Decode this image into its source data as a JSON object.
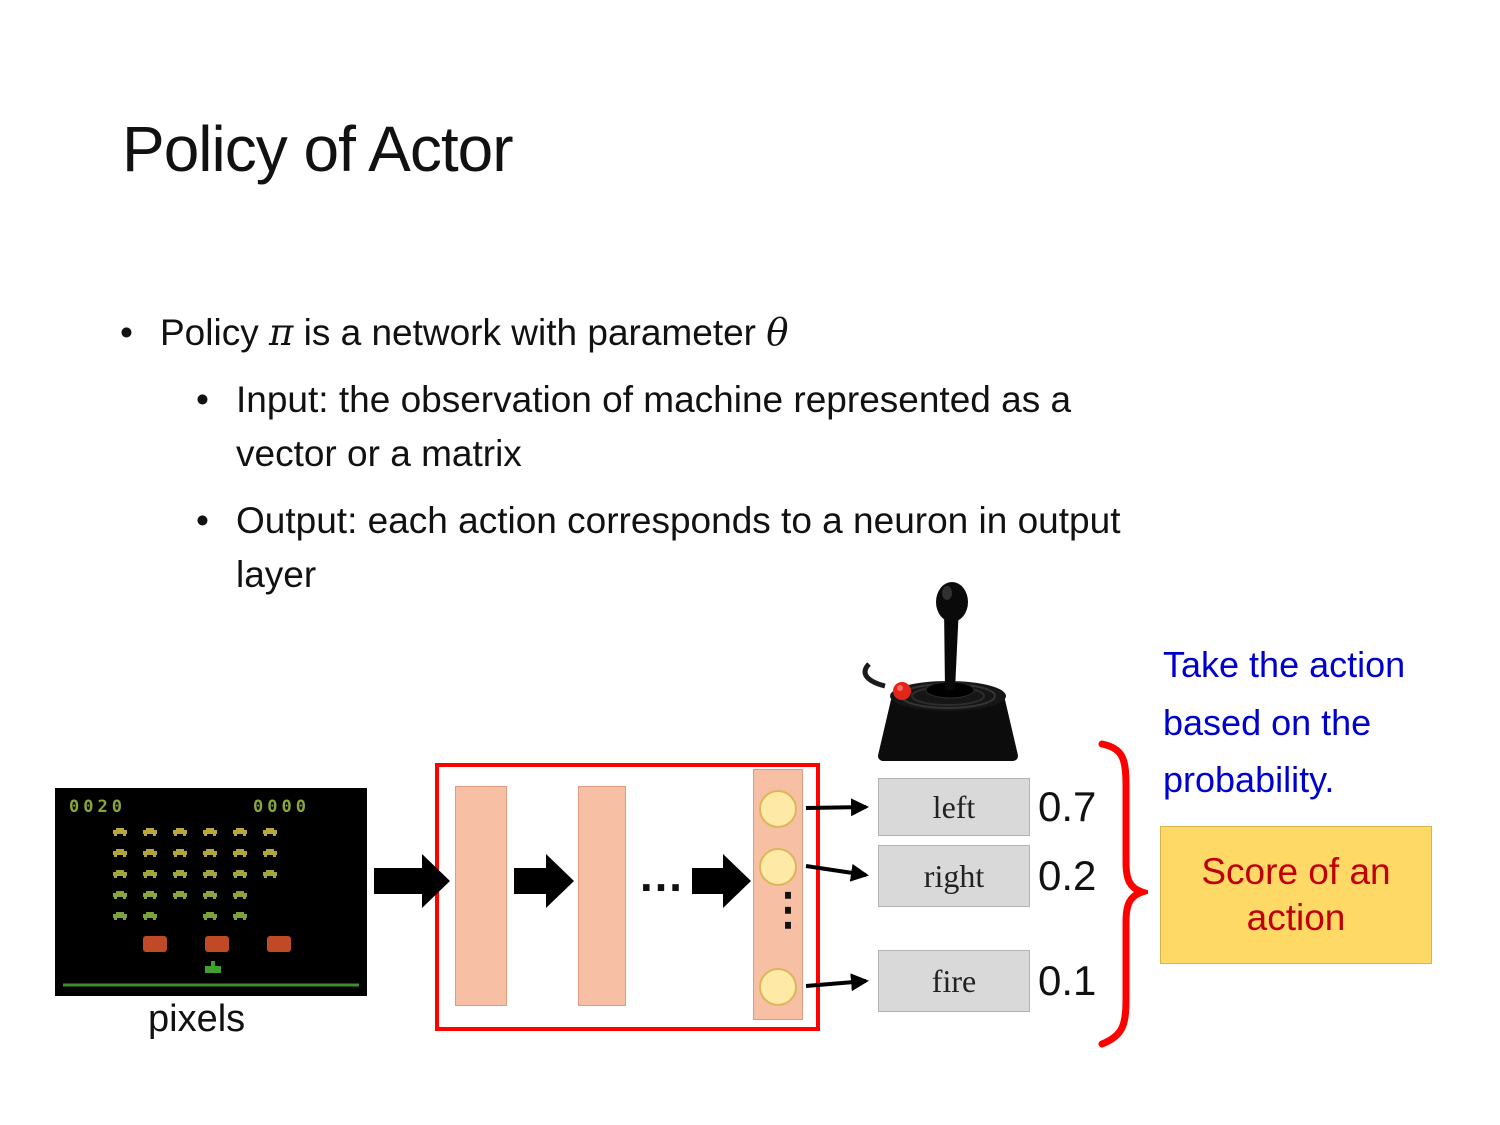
{
  "title": "Policy of Actor",
  "bullets": {
    "main_prefix": "Policy ",
    "pi": "π",
    "main_mid": " is a network with parameter ",
    "theta": "θ",
    "sub1": "Input: the observation of machine represented as a\nvector or a matrix",
    "sub2": "Output: each action corresponds to a neuron in output\nlayer"
  },
  "diagram": {
    "pixels_label": "pixels",
    "layer_dots": "…",
    "neuron_dots": "⋮",
    "actions": [
      {
        "label": "left",
        "prob": "0.7"
      },
      {
        "label": "right",
        "prob": "0.2"
      },
      {
        "label": "fire",
        "prob": "0.1"
      }
    ],
    "note": "Take the action\nbased on the\nprobability.",
    "score_box_label": "Score of an action",
    "game": {
      "score_left": "0020",
      "score_right": "0000"
    }
  },
  "colors": {
    "note_blue": "#0000CC",
    "score_text_red": "#C00000",
    "score_box_bg": "#FFD966",
    "network_border_red": "#FF0000",
    "layer_fill_salmon": "#F7BFA4",
    "neuron_fill_yellow": "#FFE9A6",
    "action_box_gray": "#D9D9D9",
    "brace_red": "#FF0000"
  }
}
